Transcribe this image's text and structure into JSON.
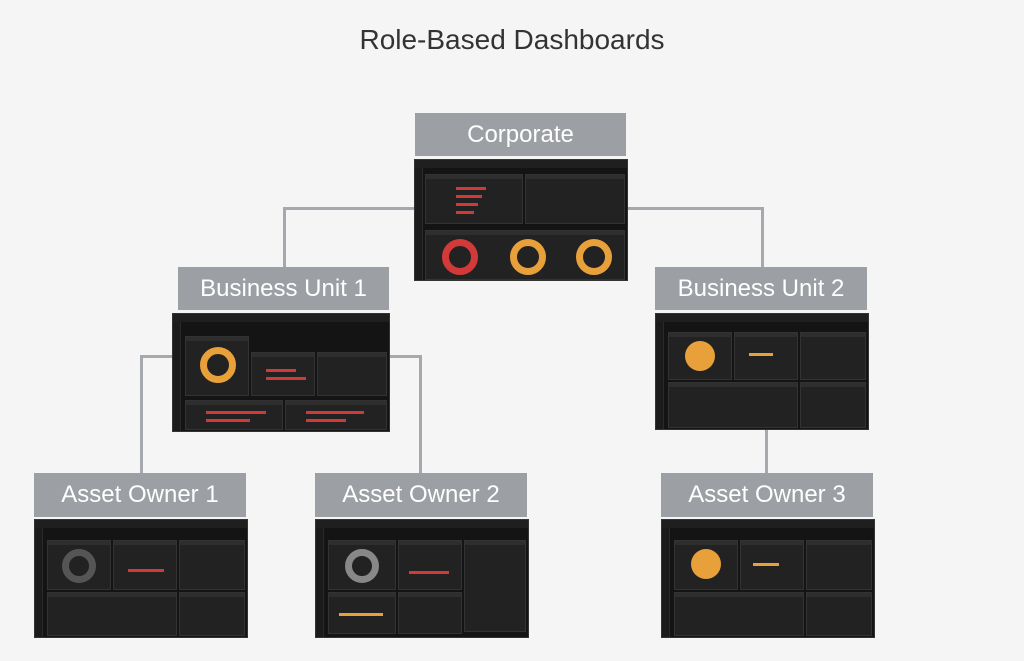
{
  "title": "Role-Based Dashboards",
  "nodes": {
    "corporate": "Corporate",
    "bu1": "Business Unit 1",
    "bu2": "Business Unit 2",
    "ao1": "Asset Owner 1",
    "ao2": "Asset Owner 2",
    "ao3": "Asset Owner 3"
  }
}
